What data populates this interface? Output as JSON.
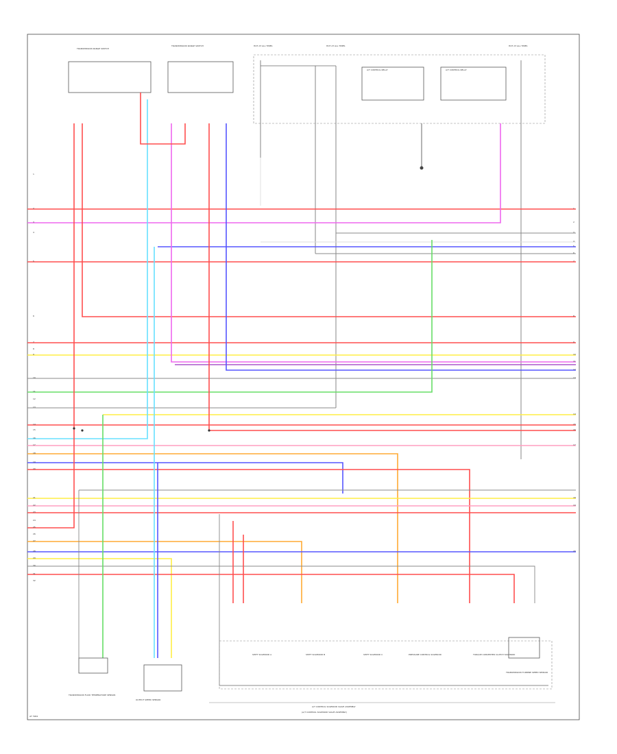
{
  "diagram": {
    "page_code": "AT 7984",
    "title_line1": "A/T CONTROL SOLENOID VALVE ASSEMBLY",
    "title_line2": "(A/T CONTROL SOLENOID VALVE ASSEMBLY)",
    "wire_colors": {
      "red": "#ff4d4d",
      "pink": "#ff9ec0",
      "magenta": "#ee66ee",
      "blue": "#5555ff",
      "cyan": "#66e0ff",
      "yellow": "#ffee44",
      "green": "#66dd66",
      "orange": "#ffaa33",
      "gray": "#888888",
      "purple": "#aa55cc",
      "light": "#dddddd"
    },
    "top_components": [
      {
        "id": "sw1",
        "label": "TRANSMISSION RANGE SWITCH"
      },
      {
        "id": "sw2",
        "label": "TRANSMISSION RANGE SWITCH"
      },
      {
        "id": "relay1",
        "label": "A/T CONTROL RELAY"
      },
      {
        "id": "relay2",
        "label": "A/T CONTROL RELAY"
      }
    ],
    "fuse_labels": [
      "HOT AT ALL TIMES",
      "HOT AT ALL TIMES",
      "HOT AT ALL TIMES"
    ],
    "left_pins": [
      "1",
      "2",
      "3",
      "4",
      "5",
      "6",
      "7",
      "8",
      "9",
      "10",
      "11",
      "12",
      "13",
      "14",
      "15",
      "16",
      "17",
      "18",
      "19",
      "20",
      "21",
      "22",
      "23",
      "24",
      "25",
      "26",
      "27",
      "28",
      "29",
      "30",
      "31",
      "32"
    ],
    "right_pins": [
      "1",
      "2",
      "3",
      "4",
      "5",
      "6",
      "7",
      "8",
      "9",
      "10",
      "11",
      "12",
      "13",
      "14",
      "15",
      "16",
      "17",
      "18",
      "19",
      "20"
    ],
    "bottom_components": [
      {
        "id": "sens1",
        "label": "TRANSMISSION FLUID TEMPERATURE SENSOR"
      },
      {
        "id": "sens2",
        "label": "OUTPUT SPEED SENSOR"
      },
      {
        "id": "sol1",
        "label": "SHIFT SOLENOID A"
      },
      {
        "id": "sol2",
        "label": "SHIFT SOLENOID B"
      },
      {
        "id": "sol3",
        "label": "SHIFT SOLENOID C"
      },
      {
        "id": "sol4",
        "label": "PRESSURE CONTROL SOLENOID"
      },
      {
        "id": "sol5",
        "label": "TORQUE CONVERTER CLUTCH SOLENOID"
      },
      {
        "id": "sens3",
        "label": "TRANSMISSION TURBINE SPEED SENSOR"
      }
    ]
  }
}
